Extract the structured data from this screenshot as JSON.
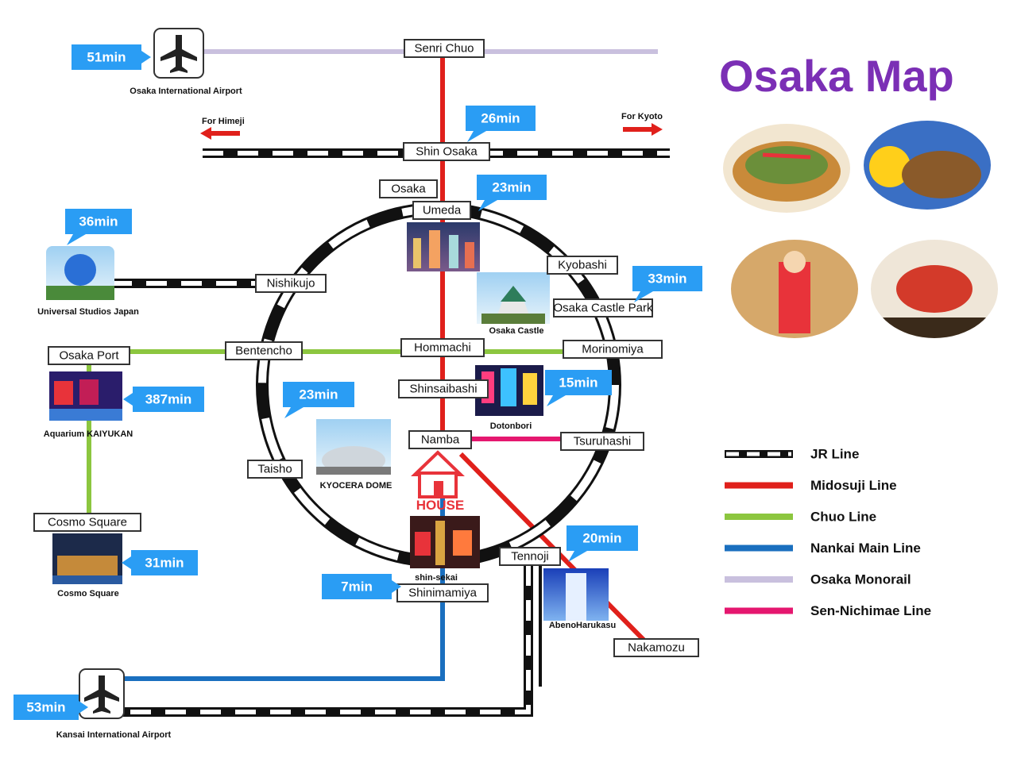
{
  "title": "Osaka Map",
  "colors": {
    "jr": "#111111",
    "midosuji": "#e0201b",
    "chuo": "#8cc63f",
    "nankai": "#1a6fbf",
    "monorail": "#c9c0de",
    "sennichimae": "#e5176f",
    "callout": "#2a9df4",
    "title": "#7b2fb5"
  },
  "stations": {
    "senri_chuo": "Senri Chuo",
    "shin_osaka": "Shin Osaka",
    "osaka": "Osaka",
    "umeda": "Umeda",
    "kyobashi": "Kyobashi",
    "osaka_castle_park": "Osaka Castle Park",
    "nishikujo": "Nishikujo",
    "osaka_port": "Osaka Port",
    "bentencho": "Bentencho",
    "hommachi": "Hommachi",
    "morinomiya": "Morinomiya",
    "shinsaibashi": "Shinsaibashi",
    "namba": "Namba",
    "tsuruhashi": "Tsuruhashi",
    "taisho": "Taisho",
    "cosmo_square": "Cosmo Square",
    "tennoji": "Tennoji",
    "shinimamiya": "Shinimamiya",
    "nakamozu": "Nakamozu"
  },
  "callouts": {
    "osaka_airport": "51min",
    "shin_osaka": "26min",
    "osaka": "23min",
    "usj": "36min",
    "osaka_castle": "33min",
    "aquarium": "387min",
    "kyocera": "23min",
    "dotonbori": "15min",
    "abeno": "20min",
    "cosmo": "31min",
    "shinimamiya": "7min",
    "kansai_airport": "53min"
  },
  "places": {
    "osaka_airport": "Osaka International Airport",
    "usj": "Universal Studios Japan",
    "osaka_castle": "Osaka Castle",
    "aquarium": "Aquarium KAIYUKAN",
    "kyocera": "KYOCERA DOME",
    "dotonbori": "Dotonbori",
    "cosmo": "Cosmo Square",
    "shinsekai": "shin-sekai",
    "abeno": "AbenoHarukasu",
    "kansai_airport": "Kansai International Airport"
  },
  "directions": {
    "himeji": "For Himeji",
    "kyoto": "For Kyoto"
  },
  "house": "HOUSE",
  "legend": [
    {
      "label": "JR Line",
      "style": "jr"
    },
    {
      "label": "Midosuji Line",
      "color": "#e0201b"
    },
    {
      "label": "Chuo Line",
      "color": "#8cc63f"
    },
    {
      "label": "Nankai Main Line",
      "color": "#1a6fbf"
    },
    {
      "label": "Osaka Monorail",
      "color": "#c9c0de"
    },
    {
      "label": "Sen-Nichimae Line",
      "color": "#e5176f"
    }
  ]
}
